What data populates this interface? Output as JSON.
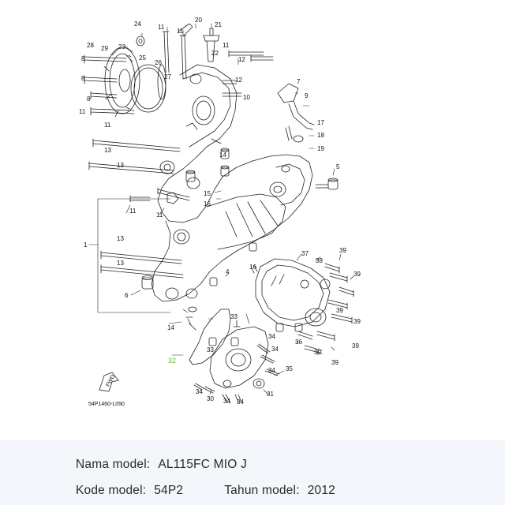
{
  "diagram": {
    "part_numbers": [
      "1",
      "4",
      "5",
      "6",
      "7",
      "8",
      "9",
      "10",
      "11",
      "12",
      "13",
      "14",
      "15",
      "16",
      "17",
      "18",
      "19",
      "20",
      "21",
      "22",
      "23",
      "24",
      "25",
      "26",
      "27",
      "28",
      "29",
      "30",
      "31",
      "32",
      "33",
      "34",
      "35",
      "36",
      "37",
      "38",
      "39"
    ],
    "highlighted_part": "32",
    "drawing_code": "54P1460-L090",
    "direction_badge": "FWD",
    "highlight_color": "#5fbf3a"
  },
  "info": {
    "model_name_label": "Nama model:",
    "model_name_value": "AL115FC MIO J",
    "model_code_label": "Kode model:",
    "model_code_value": "54P2",
    "model_year_label": "Tahun model:",
    "model_year_value": "2012"
  }
}
